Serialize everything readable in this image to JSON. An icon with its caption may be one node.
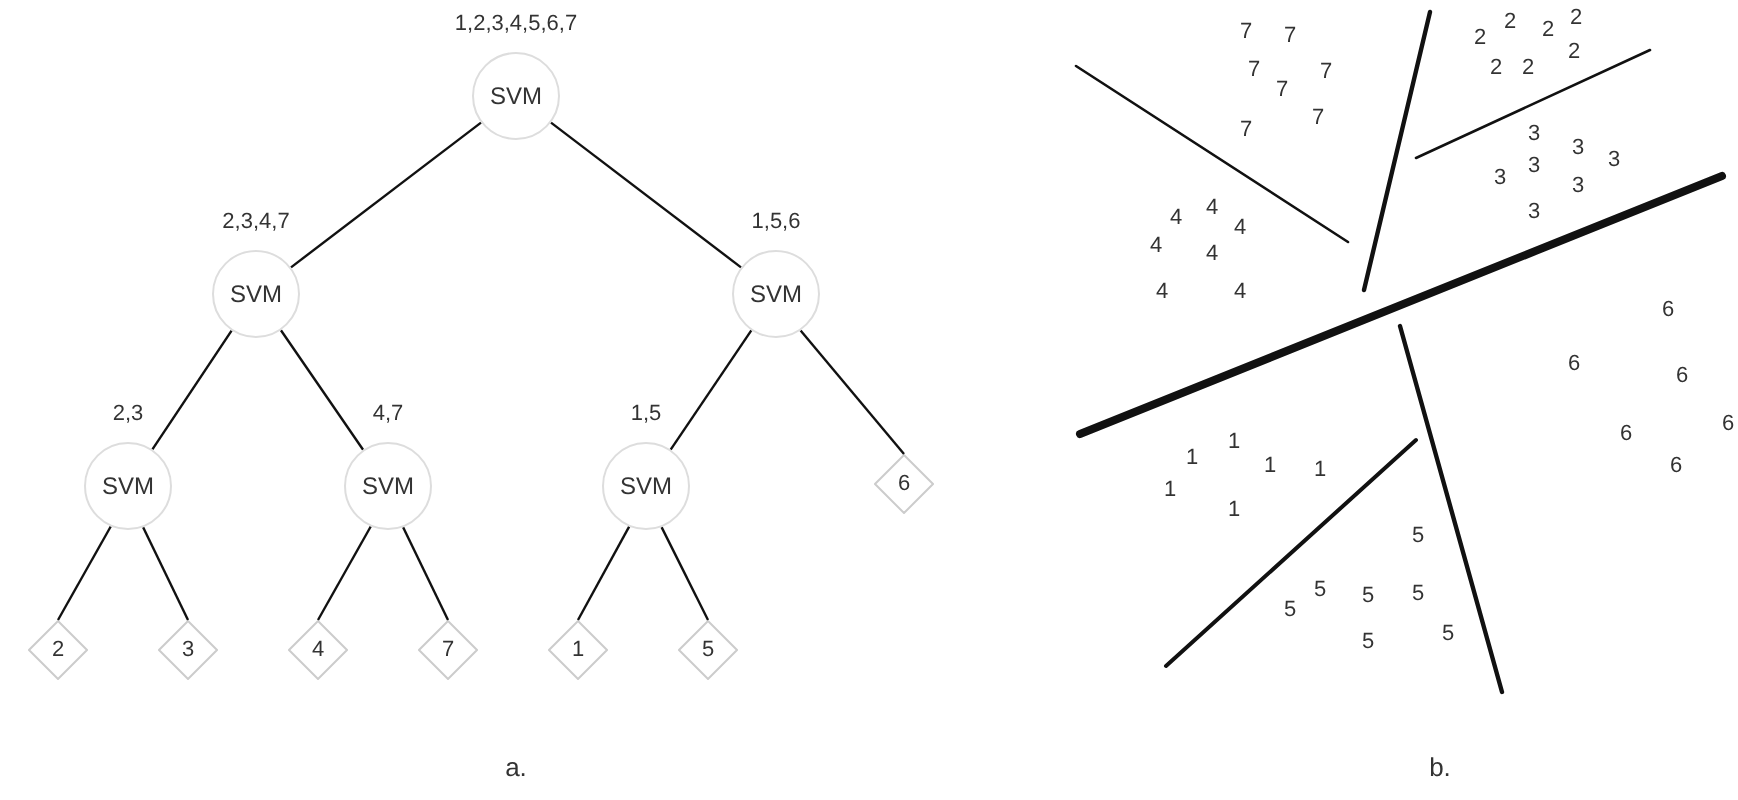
{
  "diagram": {
    "nodes": [
      {
        "text": [
          "SVM"
        ],
        "beside": [
          "1,2,3,4,5,6,7"
        ]
      },
      {
        "text": [
          "SVM"
        ],
        "beside": [
          "2,3,4,7"
        ]
      },
      {
        "text": [
          "SVM"
        ],
        "beside": [
          "1,5,6"
        ]
      },
      {
        "text": [
          "SVM"
        ],
        "beside": [
          "2,3"
        ]
      },
      {
        "text": [
          "SVM"
        ],
        "beside": [
          "4,7"
        ]
      },
      {
        "text": [
          "SVM"
        ],
        "beside": [
          "1,5"
        ]
      },
      {
        "text": [
          "6"
        ]
      },
      {
        "text": [
          "2"
        ]
      },
      {
        "text": [
          "3"
        ]
      },
      {
        "text": [
          "4"
        ]
      },
      {
        "text": [
          "7"
        ]
      },
      {
        "text": [
          "1"
        ]
      },
      {
        "text": [
          "5"
        ]
      }
    ],
    "edges": [
      {
        "from": 0,
        "to": 1,
        "arrow": "none"
      },
      {
        "from": 0,
        "to": 2,
        "arrow": "none"
      },
      {
        "from": 1,
        "to": 3,
        "arrow": "none"
      },
      {
        "from": 1,
        "to": 4,
        "arrow": "none"
      },
      {
        "from": 2,
        "to": 5,
        "arrow": "none"
      },
      {
        "from": 2,
        "to": 6,
        "arrow": "none"
      },
      {
        "from": 3,
        "to": 7,
        "arrow": "none"
      },
      {
        "from": 3,
        "to": 8,
        "arrow": "none"
      },
      {
        "from": 4,
        "to": 9,
        "arrow": "none"
      },
      {
        "from": 4,
        "to": 10,
        "arrow": "none"
      },
      {
        "from": 5,
        "to": 11,
        "arrow": "none"
      },
      {
        "from": 5,
        "to": 12,
        "arrow": "none"
      }
    ],
    "labels": [
      "2",
      "2",
      "2",
      "7",
      "7",
      "2",
      "2",
      "2",
      "2",
      "7",
      "7",
      "7",
      "7",
      "7",
      "3",
      "3",
      "3",
      "3",
      "3",
      "3",
      "4",
      "3",
      "4",
      "4",
      "4",
      "4",
      "4",
      "4",
      "6",
      "6",
      "6",
      "6",
      "6",
      "1",
      "1",
      "1",
      "1",
      "6",
      "1",
      "1",
      "5",
      "5",
      "5",
      "5",
      "5",
      "5",
      "5",
      "a.",
      "b."
    ]
  }
}
